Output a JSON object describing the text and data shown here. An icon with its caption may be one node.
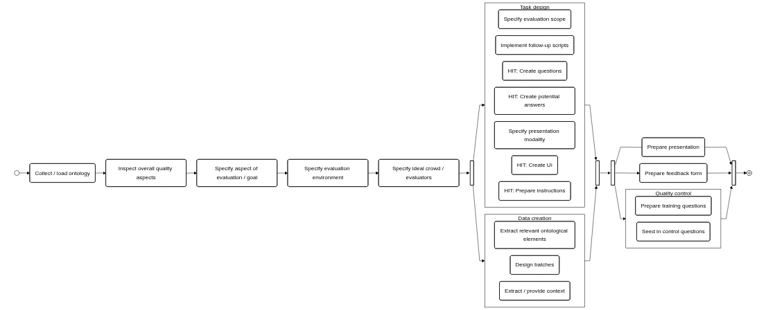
{
  "diagram": {
    "nodes": [
      {
        "text": [],
        "shape": "circle"
      },
      {
        "text": [
          "Collect / load ontology"
        ]
      },
      {
        "text": [
          "Inspect overall quality aspects"
        ]
      },
      {
        "text": [
          "Specify aspect of evaluation / goal"
        ]
      },
      {
        "text": [
          "Specify evaluation environment"
        ]
      },
      {
        "text": [
          "Specify ideal crowd / evaluators"
        ]
      },
      {
        "text": [],
        "shape": "bar"
      },
      {
        "text": [
          "Task design"
        ]
      },
      {
        "text": [
          "Specify evaluation scope"
        ],
        "in": 7
      },
      {
        "text": [
          "Implement follow-up scripts"
        ],
        "in": 7
      },
      {
        "text": [
          "HIT: Create questions"
        ],
        "in": 7
      },
      {
        "text": [
          "HIT: Create potential answers"
        ],
        "in": 7
      },
      {
        "text": [
          "Specify presentation modality"
        ],
        "in": 7
      },
      {
        "text": [
          "HIT: Create UI"
        ],
        "in": 7
      },
      {
        "text": [
          "HIT: Prepare instructions"
        ],
        "in": 7
      },
      {
        "text": [
          "Data creation"
        ]
      },
      {
        "text": [
          "Extract relevant ontological elements"
        ],
        "in": 15
      },
      {
        "text": [
          "Design batches"
        ],
        "in": 15
      },
      {
        "text": [
          "Extract / provide context"
        ],
        "in": 15
      },
      {
        "text": [],
        "shape": "bar"
      },
      {
        "text": [],
        "shape": "bar"
      },
      {
        "text": [
          "Prepare presentation"
        ]
      },
      {
        "text": [
          "Quality control"
        ]
      },
      {
        "text": [
          "Prepare training questions"
        ],
        "in": 22
      },
      {
        "text": [
          "Seed in control questions"
        ],
        "in": 22
      },
      {
        "text": [
          "Prepare feedback form"
        ]
      },
      {
        "text": [],
        "shape": "bar"
      },
      {
        "text": [],
        "shape": "bullseye"
      }
    ],
    "edges": [
      {
        "from": 0,
        "to": 1,
        "arrow": "to"
      },
      {
        "from": 1,
        "to": 2,
        "arrow": "to"
      },
      {
        "from": 2,
        "to": 3,
        "arrow": "to"
      },
      {
        "from": 3,
        "to": 4,
        "arrow": "to"
      },
      {
        "from": 4,
        "to": 5,
        "arrow": "to"
      },
      {
        "from": 5,
        "to": 6,
        "arrow": "to"
      },
      {
        "from": 6,
        "to": 7,
        "arrow": "to"
      },
      {
        "from": 6,
        "to": 15,
        "arrow": "to"
      },
      {
        "from": 7,
        "to": 19,
        "arrow": "to"
      },
      {
        "from": 15,
        "to": 19,
        "arrow": "to"
      },
      {
        "from": 19,
        "to": 20,
        "arrow": "to"
      },
      {
        "from": 20,
        "to": 21,
        "arrow": "none"
      },
      {
        "from": 20,
        "to": 22,
        "arrow": "to"
      },
      {
        "from": 20,
        "to": 25,
        "arrow": "to"
      },
      {
        "from": 21,
        "to": 26,
        "arrow": "to"
      },
      {
        "from": 22,
        "to": 26,
        "arrow": "to"
      },
      {
        "from": 25,
        "to": 26,
        "arrow": "to"
      },
      {
        "from": 26,
        "to": 27,
        "arrow": "to"
      }
    ]
  }
}
